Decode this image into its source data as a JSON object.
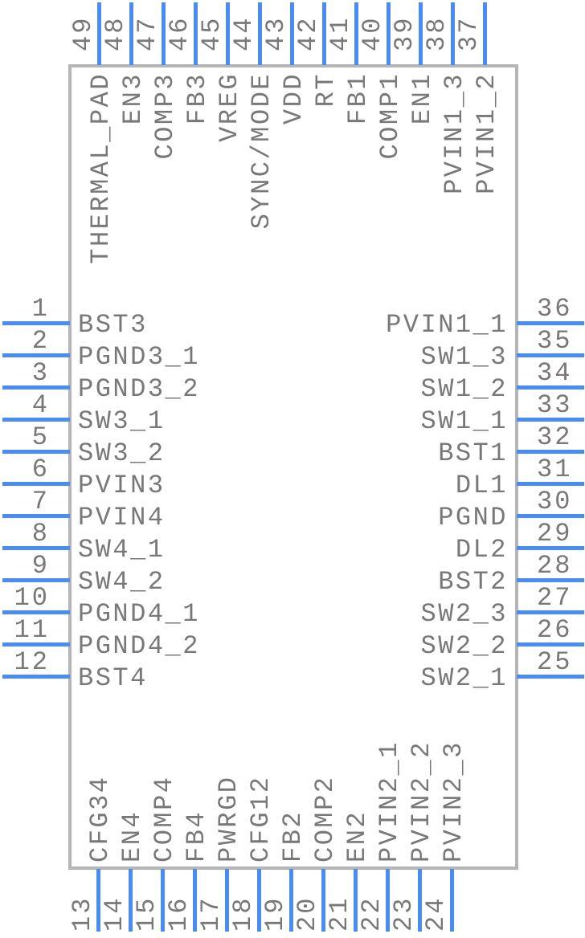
{
  "diagram": {
    "kind": "ic-pinout",
    "pin_count": 49,
    "colors": {
      "pin_line": "#4a8cf5",
      "text": "#787878",
      "body_border": "#b5b5b5",
      "background": "#ffffff"
    }
  },
  "pins": {
    "top": [
      {
        "number": "49",
        "label": "THERMAL_PAD"
      },
      {
        "number": "48",
        "label": "EN3"
      },
      {
        "number": "47",
        "label": "COMP3"
      },
      {
        "number": "46",
        "label": "FB3"
      },
      {
        "number": "45",
        "label": "VREG"
      },
      {
        "number": "44",
        "label": "SYNC/MODE"
      },
      {
        "number": "43",
        "label": "VDD"
      },
      {
        "number": "42",
        "label": "RT"
      },
      {
        "number": "41",
        "label": "FB1"
      },
      {
        "number": "40",
        "label": "COMP1"
      },
      {
        "number": "39",
        "label": "EN1"
      },
      {
        "number": "38",
        "label": "PVIN1_3"
      },
      {
        "number": "37",
        "label": "PVIN1_2"
      }
    ],
    "left": [
      {
        "number": "1",
        "label": "BST3"
      },
      {
        "number": "2",
        "label": "PGND3_1"
      },
      {
        "number": "3",
        "label": "PGND3_2"
      },
      {
        "number": "4",
        "label": "SW3_1"
      },
      {
        "number": "5",
        "label": "SW3_2"
      },
      {
        "number": "6",
        "label": "PVIN3"
      },
      {
        "number": "7",
        "label": "PVIN4"
      },
      {
        "number": "8",
        "label": "SW4_1"
      },
      {
        "number": "9",
        "label": "SW4_2"
      },
      {
        "number": "10",
        "label": "PGND4_1"
      },
      {
        "number": "11",
        "label": "PGND4_2"
      },
      {
        "number": "12",
        "label": "BST4"
      }
    ],
    "right": [
      {
        "number": "36",
        "label": "PVIN1_1"
      },
      {
        "number": "35",
        "label": "SW1_3"
      },
      {
        "number": "34",
        "label": "SW1_2"
      },
      {
        "number": "33",
        "label": "SW1_1"
      },
      {
        "number": "32",
        "label": "BST1"
      },
      {
        "number": "31",
        "label": "DL1"
      },
      {
        "number": "30",
        "label": "PGND"
      },
      {
        "number": "29",
        "label": "DL2"
      },
      {
        "number": "28",
        "label": "BST2"
      },
      {
        "number": "27",
        "label": "SW2_3"
      },
      {
        "number": "26",
        "label": "SW2_2"
      },
      {
        "number": "25",
        "label": "SW2_1"
      }
    ],
    "bottom": [
      {
        "number": "13",
        "label": "CFG34"
      },
      {
        "number": "14",
        "label": "EN4"
      },
      {
        "number": "15",
        "label": "COMP4"
      },
      {
        "number": "16",
        "label": "FB4"
      },
      {
        "number": "17",
        "label": "PWRGD"
      },
      {
        "number": "18",
        "label": "CFG12"
      },
      {
        "number": "19",
        "label": "FB2"
      },
      {
        "number": "20",
        "label": "COMP2"
      },
      {
        "number": "21",
        "label": "EN2"
      },
      {
        "number": "22",
        "label": "PVIN2_1"
      },
      {
        "number": "23",
        "label": "PVIN2_2"
      },
      {
        "number": "24",
        "label": "PVIN2_3"
      }
    ]
  }
}
